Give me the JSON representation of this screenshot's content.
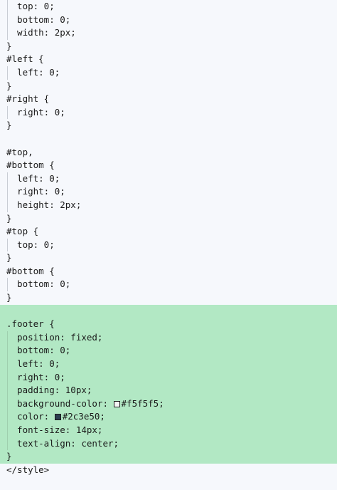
{
  "code": {
    "lines": [
      {
        "text": "  top: 0;",
        "highlight": false,
        "guide": true
      },
      {
        "text": "  bottom: 0;",
        "highlight": false,
        "guide": true
      },
      {
        "text": "  width: 2px;",
        "highlight": false,
        "guide": true
      },
      {
        "text": "}",
        "highlight": false,
        "guide": false
      },
      {
        "text": "#left {",
        "highlight": false,
        "guide": false
      },
      {
        "text": "  left: 0;",
        "highlight": false,
        "guide": true
      },
      {
        "text": "}",
        "highlight": false,
        "guide": false
      },
      {
        "text": "#right {",
        "highlight": false,
        "guide": false
      },
      {
        "text": "  right: 0;",
        "highlight": false,
        "guide": true
      },
      {
        "text": "}",
        "highlight": false,
        "guide": false
      },
      {
        "text": "",
        "highlight": false,
        "guide": false
      },
      {
        "text": "#top,",
        "highlight": false,
        "guide": false
      },
      {
        "text": "#bottom {",
        "highlight": false,
        "guide": false
      },
      {
        "text": "  left: 0;",
        "highlight": false,
        "guide": true
      },
      {
        "text": "  right: 0;",
        "highlight": false,
        "guide": true
      },
      {
        "text": "  height: 2px;",
        "highlight": false,
        "guide": true
      },
      {
        "text": "}",
        "highlight": false,
        "guide": false
      },
      {
        "text": "#top {",
        "highlight": false,
        "guide": false
      },
      {
        "text": "  top: 0;",
        "highlight": false,
        "guide": true
      },
      {
        "text": "}",
        "highlight": false,
        "guide": false
      },
      {
        "text": "#bottom {",
        "highlight": false,
        "guide": false
      },
      {
        "text": "  bottom: 0;",
        "highlight": false,
        "guide": true
      },
      {
        "text": "}",
        "highlight": false,
        "guide": false
      },
      {
        "text": "",
        "highlight": true,
        "guide": false
      },
      {
        "text": ".footer {",
        "highlight": true,
        "guide": false
      },
      {
        "text": "  position: fixed;",
        "highlight": true,
        "guide": true
      },
      {
        "text": "  bottom: 0;",
        "highlight": true,
        "guide": true
      },
      {
        "text": "  left: 0;",
        "highlight": true,
        "guide": true
      },
      {
        "text": "  right: 0;",
        "highlight": true,
        "guide": true
      },
      {
        "text": "  padding: 10px;",
        "highlight": true,
        "guide": true
      },
      {
        "text": "  background-color: ",
        "suffix": "#f5f5f5;",
        "swatch": "#f5f5f5",
        "highlight": true,
        "guide": true
      },
      {
        "text": "  color: ",
        "suffix": "#2c3e50;",
        "swatch": "#2c3e50",
        "highlight": true,
        "guide": true
      },
      {
        "text": "  font-size: 14px;",
        "highlight": true,
        "guide": true
      },
      {
        "text": "  text-align: center;",
        "highlight": true,
        "guide": true
      },
      {
        "text": "}",
        "highlight": true,
        "guide": false
      },
      {
        "text": "</style>",
        "highlight": false,
        "guide": false
      }
    ]
  },
  "colors": {
    "background": "#f6f8fc",
    "highlight": "#b2e8c4",
    "text": "#1a1a1a"
  }
}
